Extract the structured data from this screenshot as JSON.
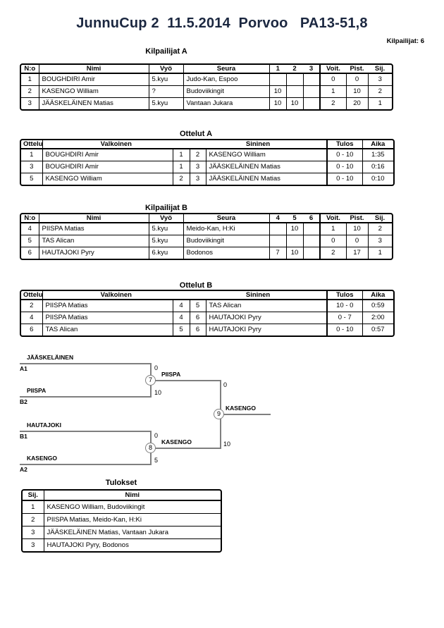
{
  "header": {
    "title": "JunnuCup 2  11.5.2014  Porvoo   PA13-51,8",
    "competitors_label": "Kilpailijat: 6"
  },
  "pool_a": {
    "heading": "Kilpailijat A",
    "col_no": "N:o",
    "col_name": "Nimi",
    "col_belt": "Vyö",
    "col_club": "Seura",
    "col_m1": "1",
    "col_m2": "2",
    "col_m3": "3",
    "col_wins": "Voit.",
    "col_points": "Pist.",
    "col_place": "Sij.",
    "rows": [
      {
        "no": "1",
        "name": "BOUGHDIRI Amir",
        "belt": "5.kyu",
        "club": "Judo-Kan, Espoo",
        "m1": "",
        "m2": "",
        "m3": "",
        "wins": "0",
        "points": "0",
        "place": "3"
      },
      {
        "no": "2",
        "name": "KASENGO William",
        "belt": "?",
        "club": "Budoviikingit",
        "m1": "10",
        "m2": "",
        "m3": "",
        "wins": "1",
        "points": "10",
        "place": "2"
      },
      {
        "no": "3",
        "name": "JÄÄSKELÄINEN Matias",
        "belt": "5.kyu",
        "club": "Vantaan Jukara",
        "m1": "10",
        "m2": "10",
        "m3": "",
        "wins": "2",
        "points": "20",
        "place": "1"
      }
    ]
  },
  "matches_a": {
    "heading": "Ottelut A",
    "col_match": "Ottelu",
    "col_white": "Valkoinen",
    "col_blue": "Sininen",
    "col_result": "Tulos",
    "col_time": "Aika",
    "rows": [
      {
        "no": "1",
        "white": "BOUGHDIRI Amir",
        "white_no": "1",
        "blue_no": "2",
        "blue": "KASENGO William",
        "result": "0 - 10",
        "time": "1:35"
      },
      {
        "no": "3",
        "white": "BOUGHDIRI Amir",
        "white_no": "1",
        "blue_no": "3",
        "blue": "JÄÄSKELÄINEN Matias",
        "result": "0 - 10",
        "time": "0:16"
      },
      {
        "no": "5",
        "white": "KASENGO William",
        "white_no": "2",
        "blue_no": "3",
        "blue": "JÄÄSKELÄINEN Matias",
        "result": "0 - 10",
        "time": "0:10"
      }
    ]
  },
  "pool_b": {
    "heading": "Kilpailijat B",
    "col_no": "N:o",
    "col_name": "Nimi",
    "col_belt": "Vyö",
    "col_club": "Seura",
    "col_m1": "4",
    "col_m2": "5",
    "col_m3": "6",
    "col_wins": "Voit.",
    "col_points": "Pist.",
    "col_place": "Sij.",
    "rows": [
      {
        "no": "4",
        "name": "PIISPA Matias",
        "belt": "5.kyu",
        "club": "Meido-Kan, H:Ki",
        "m1": "",
        "m2": "10",
        "m3": "",
        "wins": "1",
        "points": "10",
        "place": "2"
      },
      {
        "no": "5",
        "name": "TAS Alican",
        "belt": "5.kyu",
        "club": "Budoviikingit",
        "m1": "",
        "m2": "",
        "m3": "",
        "wins": "0",
        "points": "0",
        "place": "3"
      },
      {
        "no": "6",
        "name": "HAUTAJOKI Pyry",
        "belt": "6.kyu",
        "club": "Bodonos",
        "m1": "7",
        "m2": "10",
        "m3": "",
        "wins": "2",
        "points": "17",
        "place": "1"
      }
    ]
  },
  "matches_b": {
    "heading": "Ottelut B",
    "col_match": "Ottelu",
    "col_white": "Valkoinen",
    "col_blue": "Sininen",
    "col_result": "Tulos",
    "col_time": "Aika",
    "rows": [
      {
        "no": "2",
        "white": "PIISPA Matias",
        "white_no": "4",
        "blue_no": "5",
        "blue": "TAS Alican",
        "result": "10 - 0",
        "time": "0:59"
      },
      {
        "no": "4",
        "white": "PIISPA Matias",
        "white_no": "4",
        "blue_no": "6",
        "blue": "HAUTAJOKI Pyry",
        "result": "0 - 7",
        "time": "2:00"
      },
      {
        "no": "6",
        "white": "TAS Alican",
        "white_no": "5",
        "blue_no": "6",
        "blue": "HAUTAJOKI Pyry",
        "result": "0 - 10",
        "time": "0:57"
      }
    ]
  },
  "bracket": {
    "slots": [
      {
        "name": "JÄÄSKELÄINEN",
        "seed": "A1",
        "score": "0"
      },
      {
        "name": "PIISPA",
        "seed": "B2",
        "score": "10"
      },
      {
        "name": "HAUTAJOKI",
        "seed": "B1",
        "score": "0"
      },
      {
        "name": "KASENGO",
        "seed": "A2",
        "score": "5"
      }
    ],
    "match7": {
      "no": "7",
      "winner": "PIISPA"
    },
    "match8": {
      "no": "8",
      "winner": "KASENGO"
    },
    "final": {
      "no": "9",
      "winner": "KASENGO",
      "top_score": "0",
      "bottom_score": "10"
    }
  },
  "results": {
    "heading": "Tulokset",
    "col_place": "Sij.",
    "col_name": "Nimi",
    "rows": [
      {
        "place": "1",
        "name": "KASENGO William, Budoviikingit"
      },
      {
        "place": "2",
        "name": "PIISPA Matias, Meido-Kan, H:Ki"
      },
      {
        "place": "3",
        "name": "JÄÄSKELÄINEN Matias, Vantaan Jukara"
      },
      {
        "place": "3",
        "name": "HAUTAJOKI Pyry, Bodonos"
      }
    ]
  },
  "colors": {
    "title": "#1b2740",
    "bracket_line": "#7f7f7f",
    "table_border": "#000000"
  }
}
